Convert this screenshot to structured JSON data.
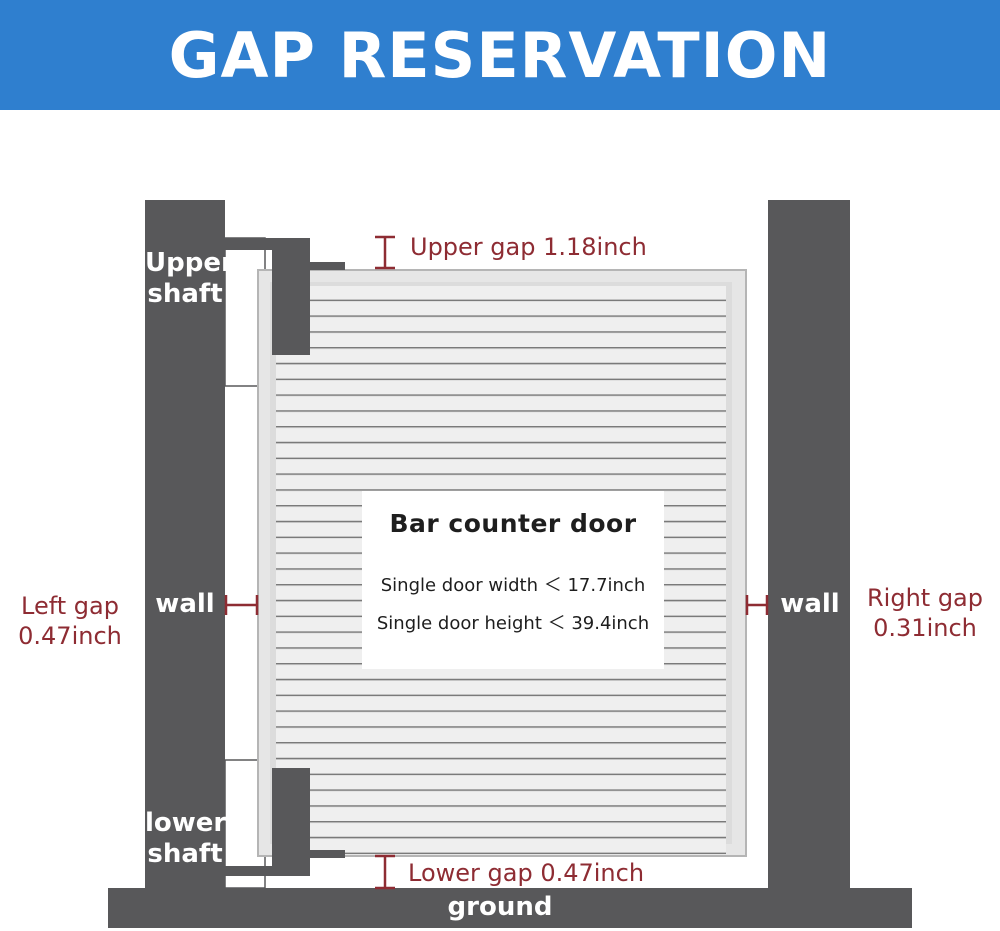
{
  "header": {
    "title": "GAP RESERVATION"
  },
  "labels": {
    "upper_shaft_line1": "Upper",
    "upper_shaft_line2": "shaft",
    "lower_shaft_line1": "lower",
    "lower_shaft_line2": "shaft",
    "wall_left": "wall",
    "wall_right": "wall",
    "ground": "ground",
    "upper_gap": "Upper gap 1.18inch",
    "lower_gap": "Lower gap 0.47inch",
    "left_gap_line1": "Left gap",
    "left_gap_line2": "0.47inch",
    "right_gap_line1": "Right gap",
    "right_gap_line2": "0.31inch"
  },
  "door_info": {
    "title": "Bar counter door",
    "width_line": "Single door width ＜ 17.7inch",
    "height_line": "Single door height ＜ 39.4inch"
  },
  "colors": {
    "banner": "#2f7fcf",
    "wall": "#58585a",
    "door_panel": "#d6d6d6",
    "slat_line": "#7a7a7a",
    "dimension_red": "#8e2c33"
  }
}
